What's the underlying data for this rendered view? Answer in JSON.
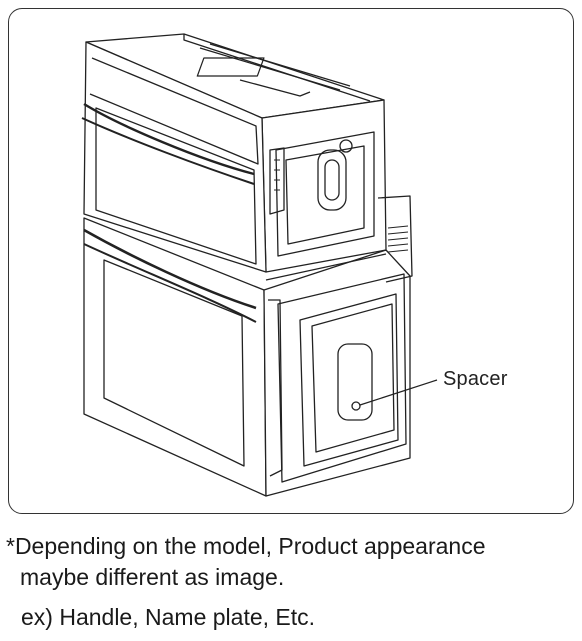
{
  "callout": {
    "label": "Spacer"
  },
  "note": {
    "line1": "*Depending on the model, Product appearance",
    "line2": "maybe different as image.",
    "examples": "ex) Handle, Name plate, Etc."
  },
  "colors": {
    "line": "#222222",
    "frame": "#333333"
  },
  "icons": [
    "oven-illustration",
    "spacer-pointer-line"
  ]
}
